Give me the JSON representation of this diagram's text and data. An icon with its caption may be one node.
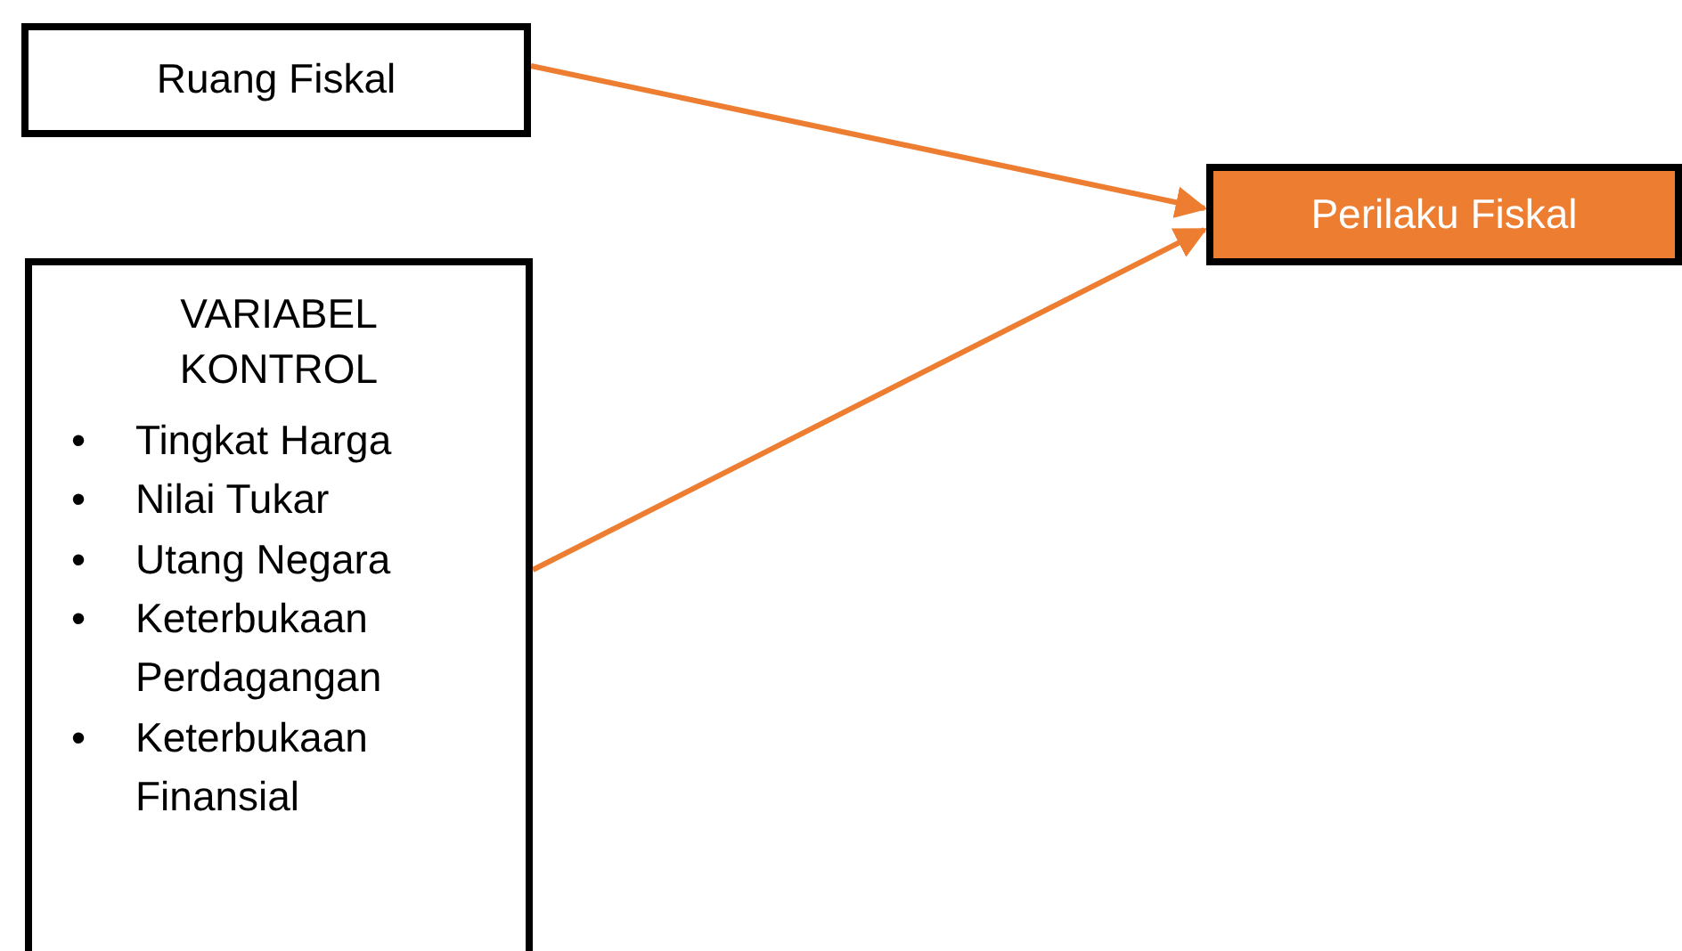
{
  "diagram": {
    "nodes": [
      {
        "text": [
          "Ruang Fiskal"
        ]
      },
      {
        "text": [
          "Perilaku Fiskal"
        ]
      },
      {
        "text": [
          "VARIABEL KONTROL",
          "Tingkat Harga",
          "Nilai Tukar",
          "Utang Negara",
          "Keterbukaan Perdagangan",
          "Keterbukaan Finansial"
        ]
      }
    ],
    "edges": [
      {
        "from": 0,
        "to": 1,
        "arrow": "to"
      },
      {
        "from": 2,
        "to": 1,
        "arrow": "to"
      }
    ],
    "labels": [
      "•",
      "•",
      "•",
      "•",
      "•"
    ]
  }
}
